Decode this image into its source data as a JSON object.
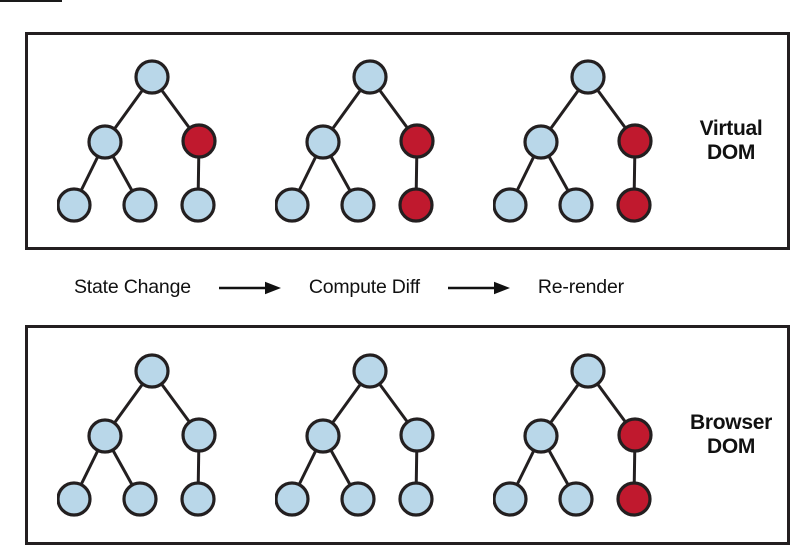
{
  "figure": {
    "description": "Virtual DOM diffing diagram",
    "colors": {
      "node_blue": "#b9d7e9",
      "node_red": "#c0192e",
      "outline": "#231f20",
      "text": "#111111",
      "background": "#ffffff"
    },
    "panels": [
      {
        "id": "virtual-dom",
        "label": "Virtual DOM",
        "trees": [
          {
            "nodes": [
              "blue",
              "blue",
              "red",
              "blue",
              "blue",
              "blue"
            ]
          },
          {
            "nodes": [
              "blue",
              "blue",
              "red",
              "blue",
              "blue",
              "red"
            ]
          },
          {
            "nodes": [
              "blue",
              "blue",
              "red",
              "blue",
              "blue",
              "red"
            ]
          }
        ]
      },
      {
        "id": "browser-dom",
        "label": "Browser DOM",
        "trees": [
          {
            "nodes": [
              "blue",
              "blue",
              "blue",
              "blue",
              "blue",
              "blue"
            ]
          },
          {
            "nodes": [
              "blue",
              "blue",
              "blue",
              "blue",
              "blue",
              "blue"
            ]
          },
          {
            "nodes": [
              "blue",
              "blue",
              "red",
              "blue",
              "blue",
              "red"
            ]
          }
        ]
      }
    ],
    "steps": [
      {
        "label": "State Change"
      },
      {
        "label": "Compute Diff"
      },
      {
        "label": "Re-render"
      }
    ]
  }
}
